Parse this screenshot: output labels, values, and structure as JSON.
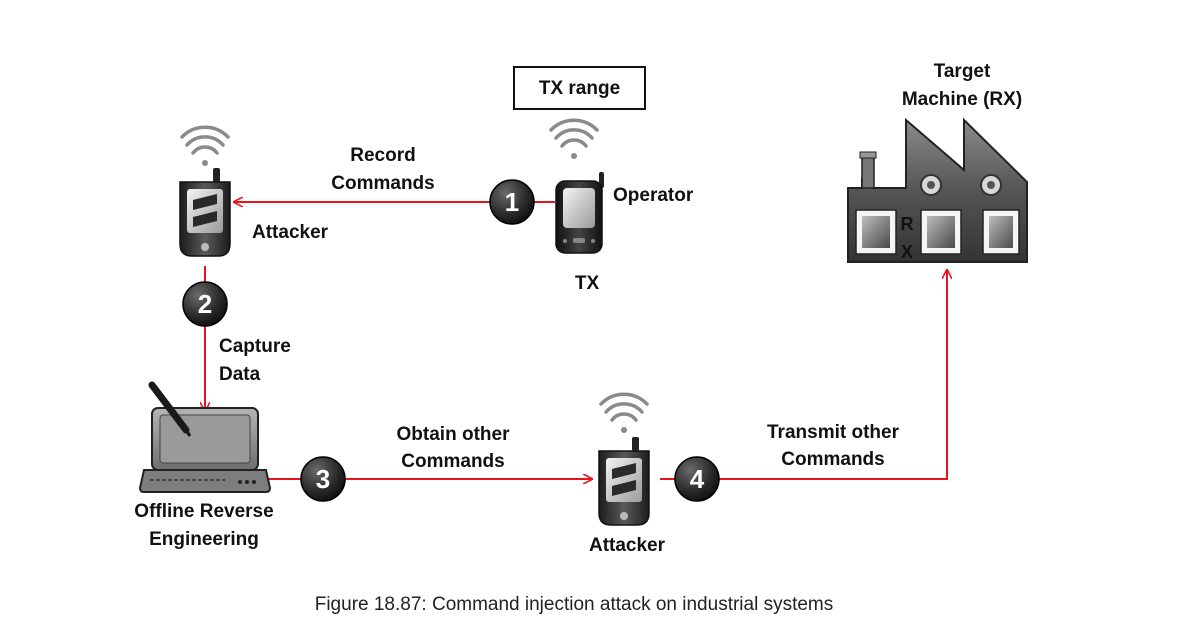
{
  "tx_range_label": "TX range",
  "target": {
    "line1": "Target",
    "line2": "Machine (RX)",
    "rx_line1": "R",
    "rx_line2": "X"
  },
  "operator_label": "Operator",
  "tx_label": "TX",
  "attacker_top_label": "Attacker",
  "attacker_bottom_label": "Attacker",
  "steps": {
    "one": {
      "number": "1",
      "line1": "Record",
      "line2": "Commands"
    },
    "two": {
      "number": "2",
      "line1": "Capture",
      "line2": "Data"
    },
    "three": {
      "number": "3",
      "line1": "Obtain other",
      "line2": "Commands"
    },
    "four": {
      "number": "4",
      "line1": "Transmit other",
      "line2": "Commands"
    }
  },
  "laptop": {
    "line1": "Offline Reverse",
    "line2": "Engineering"
  },
  "caption": "Figure 18.87: Command injection attack on industrial systems",
  "colors": {
    "arrow": "#e8141e",
    "badge": "#222222",
    "device": "#333333"
  }
}
